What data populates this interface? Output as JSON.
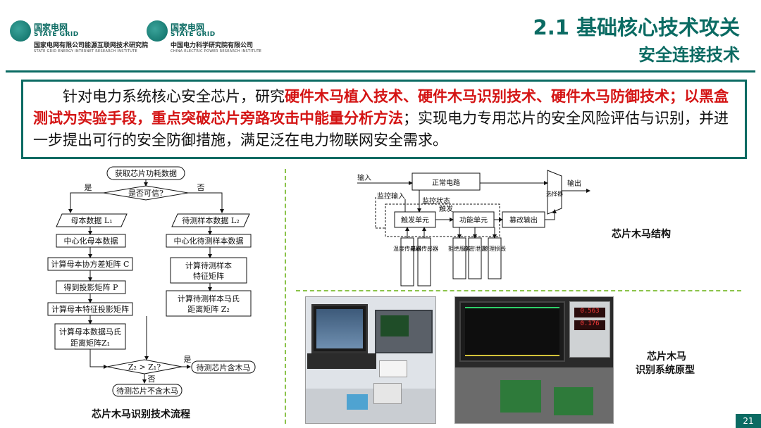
{
  "header": {
    "logo1": {
      "cn": "国家电网",
      "en": "STATE GRID",
      "sub": "国家电网有限公司能源互联网技术研究院",
      "tiny": "STATE GRID ENERGY INTERNET RESEARCH INSTITUTE"
    },
    "logo2": {
      "cn": "国家电网",
      "en": "STATE GRID",
      "sub": "中国电力科学研究院有限公司",
      "tiny": "CHINA ELECTRIC POWER RESEARCH INSTITUTE"
    },
    "title": "2.1 基础核心技术攻关",
    "subtitle": "安全连接技术"
  },
  "summary": {
    "p1": "针对电力系统核心安全芯片，研究",
    "h1": "硬件木马植入技术、硬件木马识别技术、硬件木马防御技术；以黑盒测试为实验手段，重点突破芯片旁路攻击中能量分析方法",
    "p2": "；实现电力专用芯片的安全风险评估与识别，并进一步提出可行的安全防御措施，满足泛在电力物联网安全需求。"
  },
  "flowchart": {
    "start": "获取芯片功耗数据",
    "decision": "是否可信?",
    "yes": "是",
    "no": "否",
    "left": [
      "母本数据 L₁",
      "中心化母本数据",
      "计算母本协方差矩阵 C",
      "得到投影矩阵 P",
      "计算母本特征投影矩阵",
      "计算母本数据马氏",
      "距离矩阵Z₁"
    ],
    "right": [
      "待测样本数据 L₂",
      "中心化待测样本数据",
      "计算待测样本",
      "特征矩阵",
      "计算待测样本马氏",
      "距离矩阵 Z₂"
    ],
    "compare": "Z₂ > Z₁?",
    "yes2": "是",
    "no2": "否",
    "trojan": "待测芯片含木马",
    "clean": "待测芯片不含木马",
    "caption": "芯片木马识别技术流程"
  },
  "structure": {
    "input": "输入",
    "monitor_input": "监控输入",
    "normal": "正常电路",
    "monitor_state": "监控状态",
    "trigger": "触发",
    "trigger_unit": "触发单元",
    "function_unit": "功能单元",
    "tamper": "篡改输出",
    "selector": "选择器",
    "output": "输出",
    "sensors": [
      "温度传感器",
      "电磁传感器"
    ],
    "effects": [
      "拒绝服务",
      "窃密泄露",
      "物理损毁"
    ],
    "caption": "芯片木马结构"
  },
  "prototype": {
    "caption1": "芯片木马",
    "caption2": "识别系统原型",
    "meter1": "0.563",
    "meter2": "0.176"
  },
  "page_number": "21"
}
